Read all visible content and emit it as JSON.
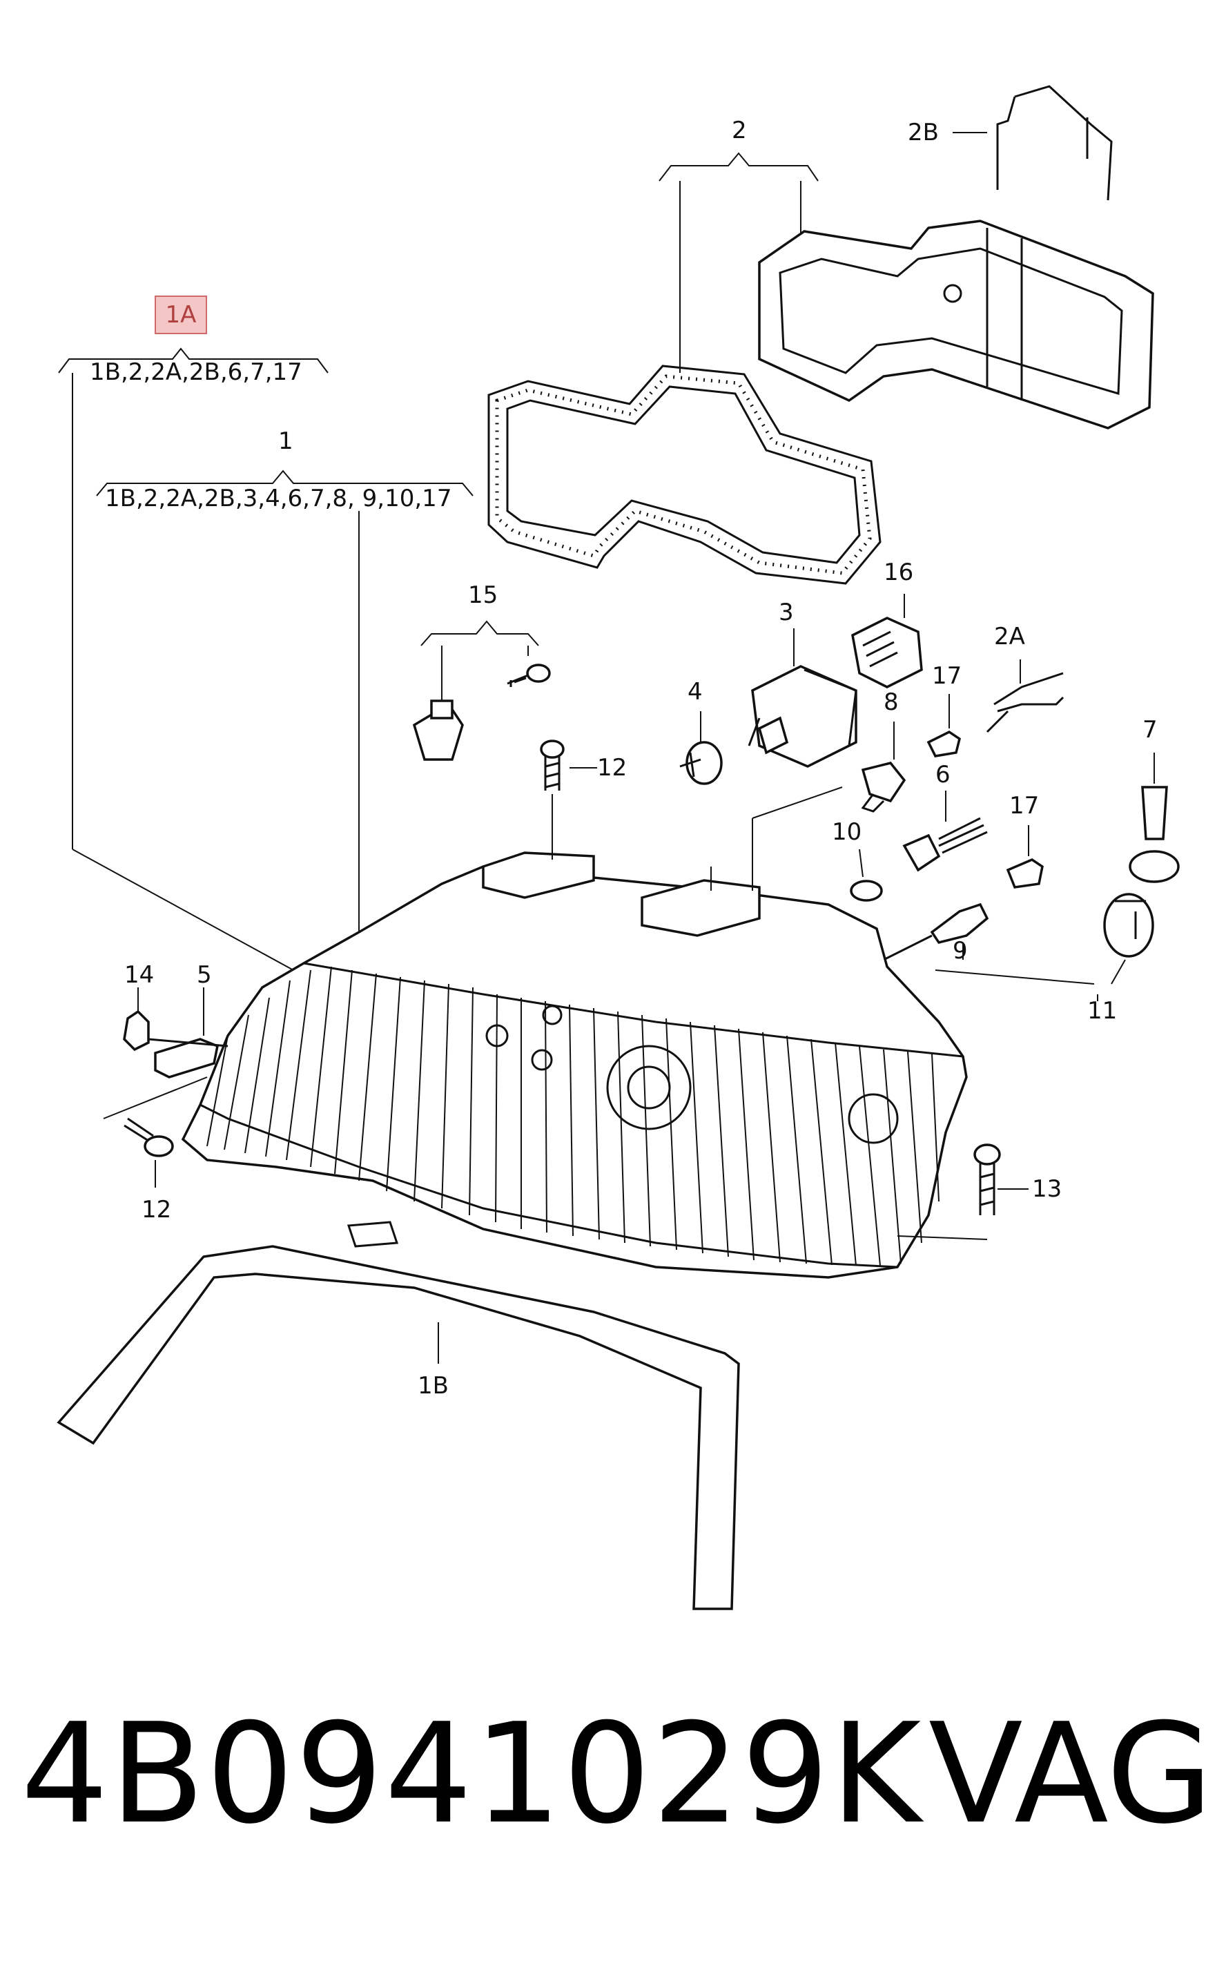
{
  "diagram": {
    "labels": {
      "l1a": "1A",
      "l1a_parts": "1B,2,2A,2B,6,7,17",
      "l1": "1",
      "l1_parts": "1B,2,2A,2B,3,4,6,7,8, 9,10,17",
      "l2": "2",
      "l2b": "2B",
      "l2a": "2A",
      "l3": "3",
      "l4": "4",
      "l5": "5",
      "l6": "6",
      "l7": "7",
      "l8": "8",
      "l9": "9",
      "l10": "10",
      "l11": "11",
      "l12a": "12",
      "l12b": "12",
      "l13": "13",
      "l14": "14",
      "l15": "15",
      "l16": "16",
      "l17a": "17",
      "l17b": "17",
      "l1b": "1B"
    },
    "highlight_color": "#f4c6c6"
  },
  "footer": {
    "part_number": "4B0941029K",
    "brand": "VAG"
  }
}
